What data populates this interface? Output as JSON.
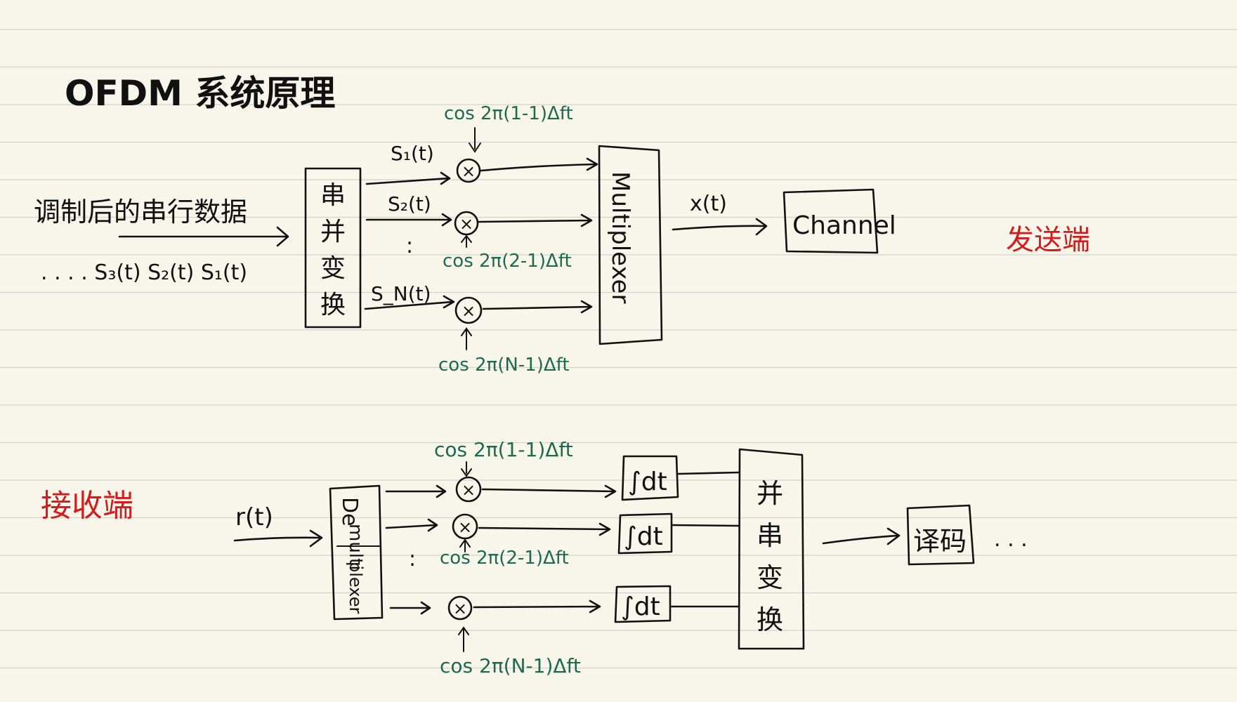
{
  "page": {
    "title": "OFDM 系统原理"
  },
  "transmitter": {
    "label": "发送端",
    "input_caption": "调制后的串行数据",
    "input_sequence": ". . . . S₃(t) S₂(t) S₁(t)",
    "sp_block": [
      "串",
      "并",
      "变",
      "换"
    ],
    "signals": [
      "S₁(t)",
      "S₂(t)",
      "S_N(t)"
    ],
    "dots": ":",
    "carriers": [
      "cos 2π(1-1)Δft",
      "cos 2π(2-1)Δft",
      "cos 2π(N-1)Δft"
    ],
    "mixer_symbol": "×",
    "mux_label": "Multiplexer",
    "output_signal": "x(t)",
    "channel_label": "Channel"
  },
  "receiver": {
    "label": "接收端",
    "input_signal": "r(t)",
    "demux_label": [
      "De",
      "multi",
      "plexer"
    ],
    "carriers": [
      "cos 2π(1-1)Δft",
      "cos 2π(2-1)Δft",
      "cos 2π(N-1)Δft"
    ],
    "mixer_symbol": "×",
    "dots": ":",
    "integrator": "∫dt",
    "ps_block": [
      "并",
      "串",
      "变",
      "换"
    ],
    "decoder_label": "译码",
    "trailing": ". . ."
  },
  "colors": {
    "ink": "#111111",
    "carrier_green": "#1d6a4f",
    "label_red": "#d21b1b",
    "paper": "#f8f6ea",
    "rule": "#d3d3ce"
  }
}
